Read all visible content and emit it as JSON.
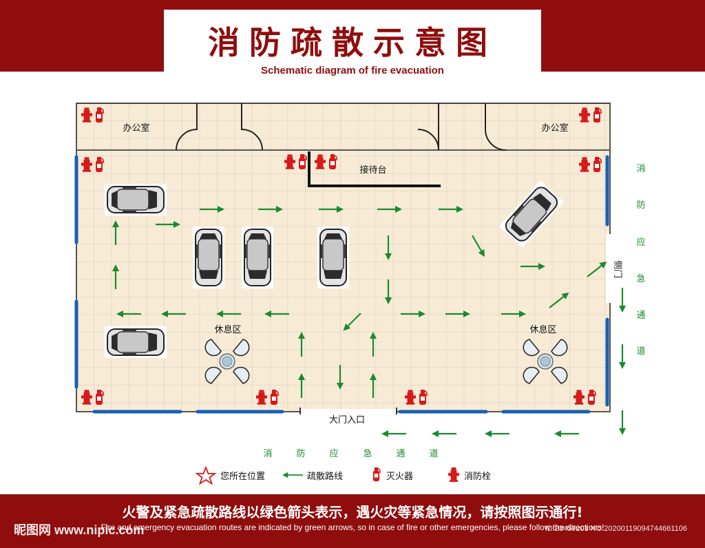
{
  "header": {
    "title": "消防疏散示意图",
    "subtitle": "Schematic diagram of fire evacuation"
  },
  "plan": {
    "office_left": "办公室",
    "office_right": "办公室",
    "reception": "接待台",
    "lounge_left": "休息区",
    "lounge_right": "休息区",
    "main_entrance": "大门入口",
    "side_door": "侧门",
    "emergency_vertical": [
      "消",
      "防",
      "应",
      "急",
      "通",
      "道"
    ],
    "emergency_horizontal": [
      "消",
      "防",
      "应",
      "急",
      "通",
      "道"
    ]
  },
  "legend": {
    "you_are_here": "您所在位置",
    "evac_route": "疏散路线",
    "extinguisher": "灭火器",
    "hydrant": "消防栓"
  },
  "footer": {
    "notice_cn": "火警及紧急疏散路线以绿色箭头表示，遇火灾等紧急情况，请按照图示通行!",
    "notice_en": "Fire and emergency evacuation routes are indicated by green arrows, so in case of fire or other emergencies, please follow the directions!",
    "watermark_left": "昵图网 www.nipic.com",
    "watermark_right": "ID:23459201 NO:20200119094744661106"
  },
  "colors": {
    "brand_red": "#8f0d0d",
    "floor": "#f7ebd6",
    "grid": "#c9c3b6",
    "arrow_green": "#1b8a2e",
    "window_blue": "#1a5fb4",
    "equipment_red": "#d61a1a"
  }
}
